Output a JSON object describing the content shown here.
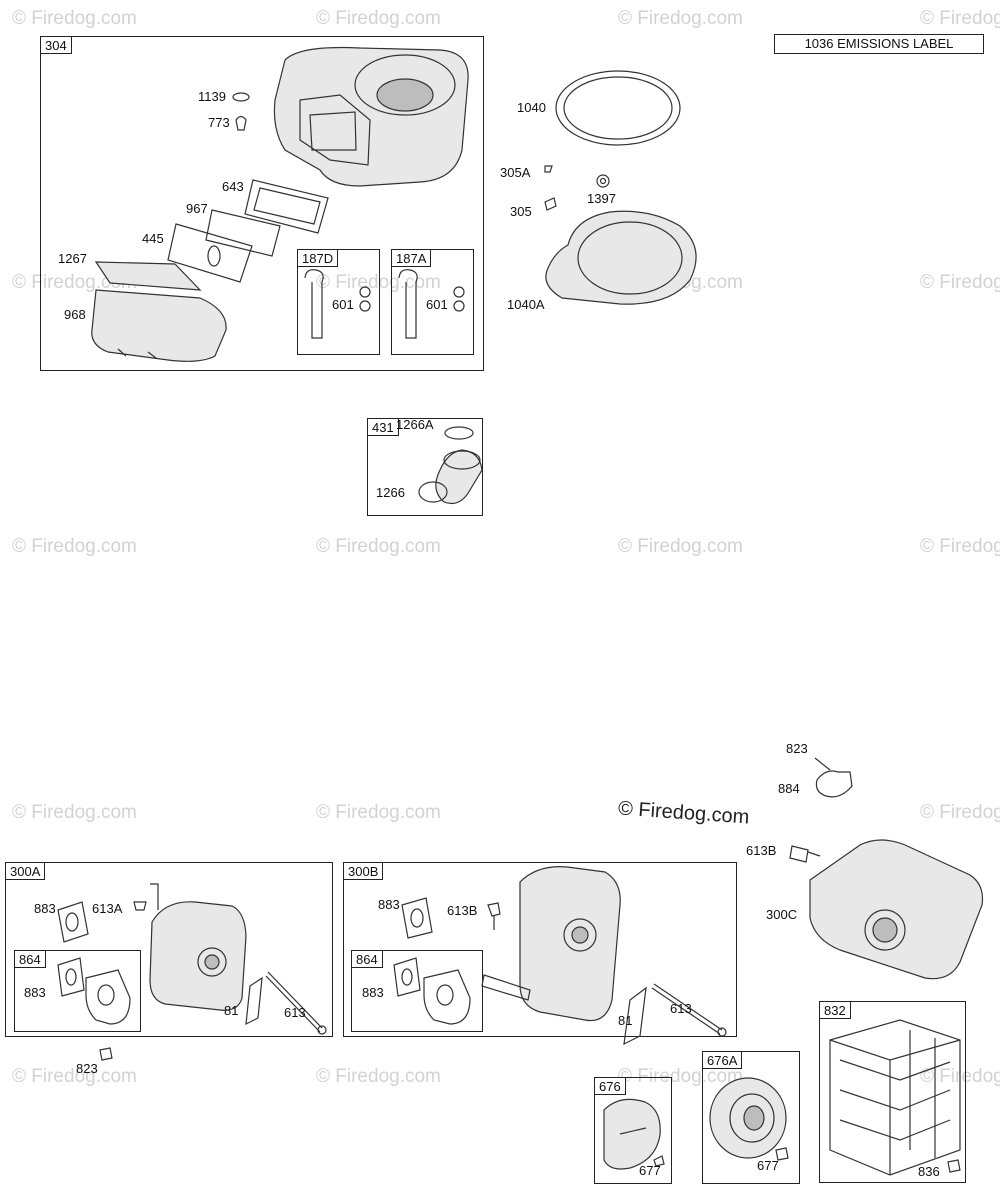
{
  "watermark": "© Firedog.com",
  "watermark_main": "© Firedog.com",
  "emissions_label": "1036 EMISSIONS LABEL",
  "groups": {
    "g304": "304",
    "g187D": "187D",
    "g187A": "187A",
    "g431": "431",
    "g300A": "300A",
    "g864a": "864",
    "g300B": "300B",
    "g864b": "864",
    "g676": "676",
    "g676A": "676A",
    "g832": "832"
  },
  "labels": {
    "p1139": "1139",
    "p773": "773",
    "p643": "643",
    "p967": "967",
    "p445": "445",
    "p1267": "1267",
    "p968": "968",
    "p601a": "601",
    "p601b": "601",
    "p1040": "1040",
    "p305A": "305A",
    "p1397": "1397",
    "p305": "305",
    "p1040A": "1040A",
    "p1266A": "1266A",
    "p1266": "1266",
    "p823a": "823",
    "p884": "884",
    "p613B_r": "613B",
    "p300C": "300C",
    "p883a": "883",
    "p613A": "613A",
    "p883b": "883",
    "p81a": "81",
    "p613a": "613",
    "p823b": "823",
    "p883c": "883",
    "p613B_b": "613B",
    "p883d": "883",
    "p81b": "81",
    "p613b": "613",
    "p677a": "677",
    "p677b": "677",
    "p836": "836"
  }
}
